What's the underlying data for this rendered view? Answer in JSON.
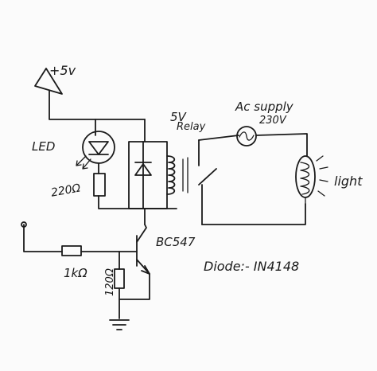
{
  "labels": {
    "supply": "+5v",
    "led": "LED",
    "r_led": "220Ω",
    "relay": "5V\nRelay",
    "ac_supply": "Ac supply",
    "ac_voltage": "230V",
    "light": "light",
    "transistor": "BC547",
    "diode_note": "Diode:- IN4148",
    "r_base": "1kΩ",
    "r_pull": "120Ω"
  },
  "icons": {
    "supply": "supply-arrow-icon",
    "led": "led-icon",
    "diode": "diode-icon",
    "coil": "relay-coil-icon",
    "switch": "relay-switch-icon",
    "ac": "ac-source-icon",
    "lamp": "lamp-icon",
    "transistor": "npn-transistor-icon",
    "ground": "ground-icon"
  }
}
